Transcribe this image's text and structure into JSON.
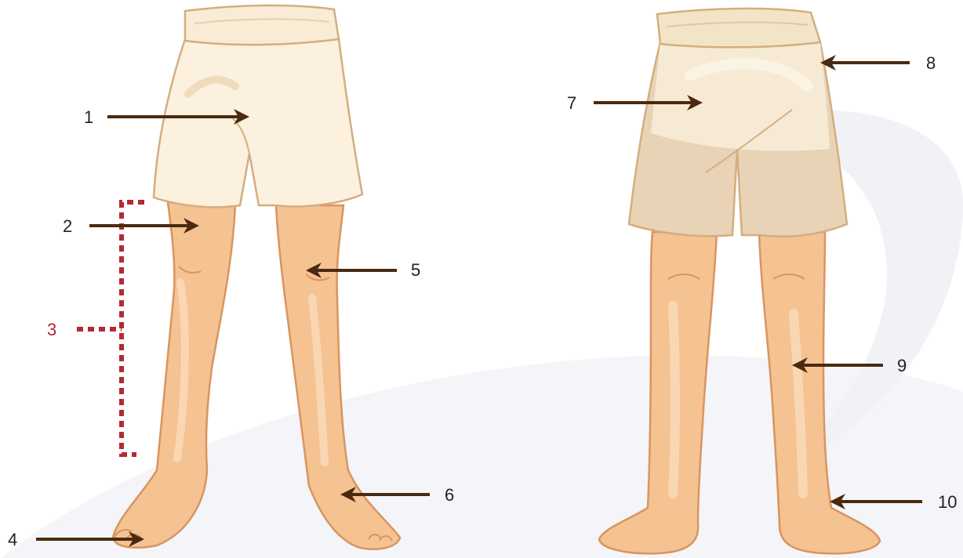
{
  "colors": {
    "arrow": "#4a2a0e",
    "bracket": "#b32a32",
    "skin": "#f5c292",
    "skin_outline": "#d89560",
    "shorts_front": "#fbf1de",
    "shorts_back": "#e8d3b6",
    "shorts_outline": "#d5ad7e",
    "watermark": "#f2f3f6"
  },
  "labels": {
    "l1": "1",
    "l2": "2",
    "l3": "3",
    "l4": "4",
    "l5": "5",
    "l6": "6",
    "l7": "7",
    "l8": "8",
    "l9": "9",
    "l10": "10"
  },
  "figures": {
    "front": "front-view-legs",
    "back": "back-view-legs"
  }
}
